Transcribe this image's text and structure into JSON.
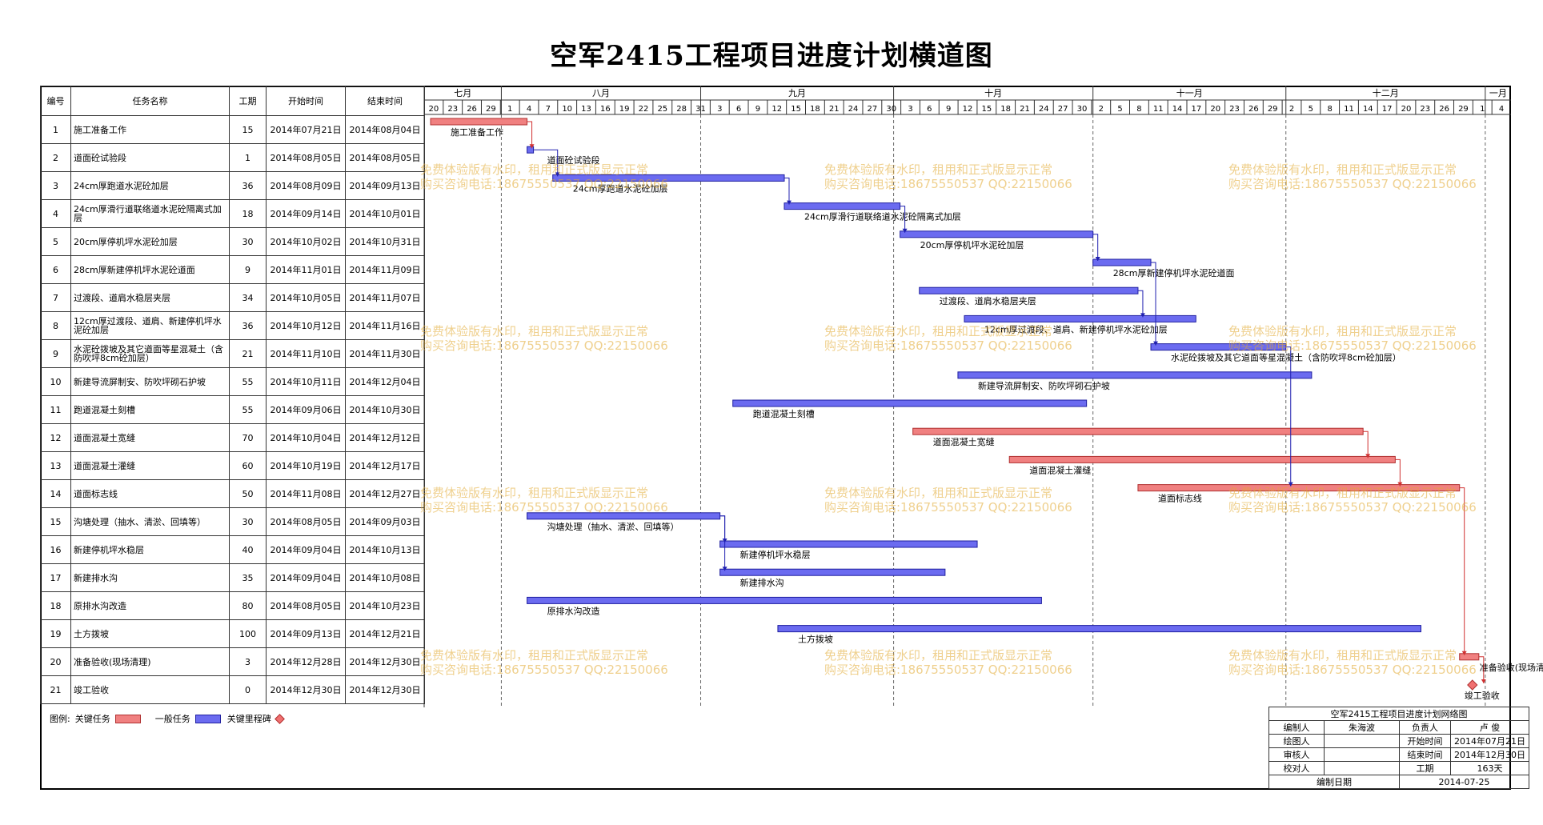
{
  "title": "空军2415工程项目进度计划横道图",
  "columns": {
    "no": "编号",
    "name": "任务名称",
    "duration": "工期",
    "start": "开始时间",
    "end": "结束时间"
  },
  "tasks": [
    {
      "no": "1",
      "name": "施工准备工作",
      "duration": "15",
      "start": "2014年07月21日",
      "end": "2014年08月04日",
      "bar_label": "施工准备工作",
      "critical": true
    },
    {
      "no": "2",
      "name": "道面砼试验段",
      "duration": "1",
      "start": "2014年08月05日",
      "end": "2014年08月05日",
      "bar_label": "道面砼试验段",
      "critical": false
    },
    {
      "no": "3",
      "name": "24cm厚跑道水泥砼加层",
      "duration": "36",
      "start": "2014年08月09日",
      "end": "2014年09月13日",
      "bar_label": "24cm厚跑道水泥砼加层",
      "critical": false
    },
    {
      "no": "4",
      "name": "24cm厚滑行道联络道水泥砼隔离式加层",
      "duration": "18",
      "start": "2014年09月14日",
      "end": "2014年10月01日",
      "bar_label": "24cm厚滑行道联络道水泥砼隔离式加层",
      "critical": false
    },
    {
      "no": "5",
      "name": "20cm厚停机坪水泥砼加层",
      "duration": "30",
      "start": "2014年10月02日",
      "end": "2014年10月31日",
      "bar_label": "20cm厚停机坪水泥砼加层",
      "critical": false
    },
    {
      "no": "6",
      "name": "28cm厚新建停机坪水泥砼道面",
      "duration": "9",
      "start": "2014年11月01日",
      "end": "2014年11月09日",
      "bar_label": "28cm厚新建停机坪水泥砼道面",
      "critical": false
    },
    {
      "no": "7",
      "name": "过渡段、道肩水稳层夹层",
      "duration": "34",
      "start": "2014年10月05日",
      "end": "2014年11月07日",
      "bar_label": "过渡段、道肩水稳层夹层",
      "critical": false
    },
    {
      "no": "8",
      "name": "12cm厚过渡段、道肩、新建停机坪水泥砼加层",
      "duration": "36",
      "start": "2014年10月12日",
      "end": "2014年11月16日",
      "bar_label": "12cm厚过渡段、道肩、新建停机坪水泥砼加层",
      "critical": false
    },
    {
      "no": "9",
      "name": "水泥砼拨坡及其它道面等星混凝土（含防吹坪8cm砼加层）",
      "duration": "21",
      "start": "2014年11月10日",
      "end": "2014年11月30日",
      "bar_label": "水泥砼拨坡及其它道面等星混凝土（含防吹坪8cm砼加层）",
      "critical": false
    },
    {
      "no": "10",
      "name": "新建导流屏制安、防吹坪砌石护坡",
      "duration": "55",
      "start": "2014年10月11日",
      "end": "2014年12月04日",
      "bar_label": "新建导流屏制安、防吹坪砌石护坡",
      "critical": false
    },
    {
      "no": "11",
      "name": "跑道混凝土刻槽",
      "duration": "55",
      "start": "2014年09月06日",
      "end": "2014年10月30日",
      "bar_label": "跑道混凝土刻槽",
      "critical": false
    },
    {
      "no": "12",
      "name": "道面混凝土宽缝",
      "duration": "70",
      "start": "2014年10月04日",
      "end": "2014年12月12日",
      "bar_label": "道面混凝土宽缝",
      "critical": true
    },
    {
      "no": "13",
      "name": "道面混凝土灌缝",
      "duration": "60",
      "start": "2014年10月19日",
      "end": "2014年12月17日",
      "bar_label": "道面混凝土灌缝",
      "critical": true
    },
    {
      "no": "14",
      "name": "道面标志线",
      "duration": "50",
      "start": "2014年11月08日",
      "end": "2014年12月27日",
      "bar_label": "道面标志线",
      "critical": true
    },
    {
      "no": "15",
      "name": "沟塘处理（抽水、清淤、回填等）",
      "duration": "30",
      "start": "2014年08月05日",
      "end": "2014年09月03日",
      "bar_label": "沟塘处理（抽水、清淤、回填等）",
      "critical": false
    },
    {
      "no": "16",
      "name": "新建停机坪水稳层",
      "duration": "40",
      "start": "2014年09月04日",
      "end": "2014年10月13日",
      "bar_label": "新建停机坪水稳层",
      "critical": false
    },
    {
      "no": "17",
      "name": "新建排水沟",
      "duration": "35",
      "start": "2014年09月04日",
      "end": "2014年10月08日",
      "bar_label": "新建排水沟",
      "critical": false
    },
    {
      "no": "18",
      "name": "原排水沟改造",
      "duration": "80",
      "start": "2014年08月05日",
      "end": "2014年10月23日",
      "bar_label": "原排水沟改造",
      "critical": false
    },
    {
      "no": "19",
      "name": "土方拨坡",
      "duration": "100",
      "start": "2014年09月13日",
      "end": "2014年12月21日",
      "bar_label": "土方拨坡",
      "critical": false
    },
    {
      "no": "20",
      "name": "准备验收(现场清理)",
      "duration": "3",
      "start": "2014年12月28日",
      "end": "2014年12月30日",
      "bar_label": "准备验收(现场清理)",
      "critical": true
    },
    {
      "no": "21",
      "name": "竣工验收",
      "duration": "0",
      "start": "2014年12月30日",
      "end": "2014年12月30日",
      "bar_label": "竣工验收",
      "critical": true,
      "milestone": true
    }
  ],
  "timeline": {
    "months": [
      {
        "label": "七月",
        "start": "2014-07-20"
      },
      {
        "label": "八月",
        "start": "2014-08-01"
      },
      {
        "label": "九月",
        "start": "2014-09-01"
      },
      {
        "label": "十月",
        "start": "2014-10-01"
      },
      {
        "label": "十一月",
        "start": "2014-11-01"
      },
      {
        "label": "十二月",
        "start": "2014-12-01"
      },
      {
        "label": "一月",
        "start": "2015-01-01"
      }
    ],
    "days": [
      "20",
      "23",
      "26",
      "29",
      "1",
      "4",
      "7",
      "10",
      "13",
      "16",
      "19",
      "22",
      "25",
      "28",
      "31",
      "3",
      "6",
      "9",
      "12",
      "15",
      "18",
      "21",
      "24",
      "27",
      "30",
      "3",
      "6",
      "9",
      "12",
      "15",
      "18",
      "21",
      "24",
      "27",
      "30",
      "2",
      "5",
      "8",
      "11",
      "14",
      "17",
      "20",
      "23",
      "26",
      "29",
      "2",
      "5",
      "8",
      "11",
      "14",
      "17",
      "20",
      "23",
      "26",
      "29",
      "1",
      "4"
    ],
    "start": "2014-07-20",
    "end": "2015-01-05"
  },
  "dependencies": [
    [
      1,
      2
    ],
    [
      2,
      3
    ],
    [
      3,
      4
    ],
    [
      4,
      5
    ],
    [
      5,
      6
    ],
    [
      7,
      8
    ],
    [
      6,
      9
    ],
    [
      9,
      14
    ],
    [
      12,
      13
    ],
    [
      13,
      14
    ],
    [
      15,
      16
    ],
    [
      15,
      17
    ],
    [
      14,
      20
    ],
    [
      20,
      21
    ]
  ],
  "legend": {
    "prefix": "图例:",
    "critical": "关键任务",
    "normal": "一般任务",
    "milestone": "关键里程碑"
  },
  "colors": {
    "critical": "#f08080",
    "normal": "#6b6bf0",
    "milestone": "#f07070"
  },
  "info": {
    "caption": "空军2415工程项目进度计划网络图",
    "rows": [
      [
        "编制人",
        "朱海波",
        "负责人",
        "卢 俊"
      ],
      [
        "绘图人",
        "",
        "开始时间",
        "2014年07月21日"
      ],
      [
        "审核人",
        "",
        "结束时间",
        "2014年12月30日"
      ],
      [
        "校对人",
        "",
        "工期",
        "163天"
      ]
    ],
    "date_label": "编制日期",
    "date_value": "2014-07-25"
  },
  "watermark": {
    "line1": "免费体验版有水印，租用和正式版显示正常",
    "line2": "购买咨询电话:18675550537 QQ:22150066"
  }
}
